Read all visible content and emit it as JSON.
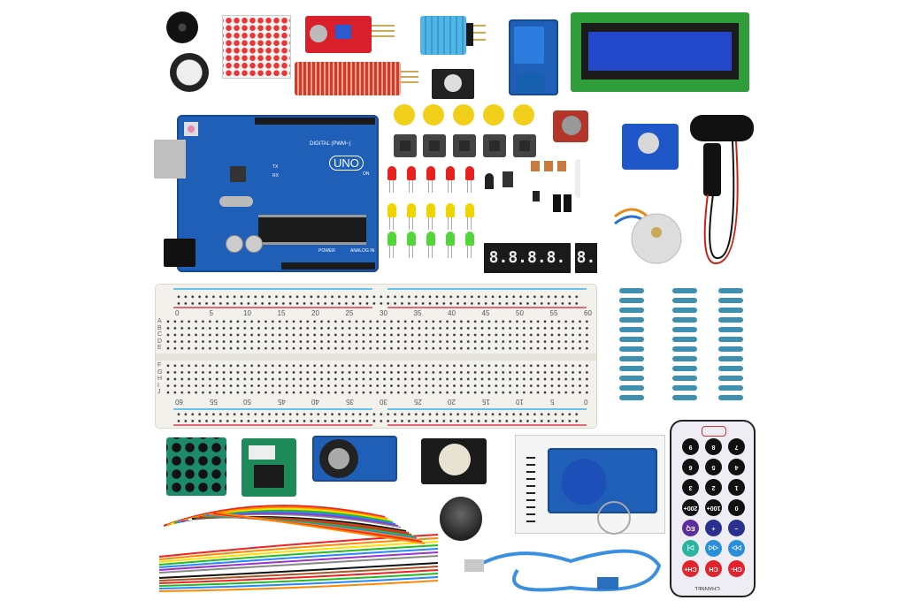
{
  "arduino": {
    "logo": "UNO",
    "digital_label": "DIGITAL (PWM~)",
    "power_label": "POWER",
    "analog_label": "ANALOG IN",
    "tx": "TX",
    "rx": "RX",
    "on": "ON"
  },
  "breadboard": {
    "top_numbers": [
      "0",
      "5",
      "10",
      "15",
      "20",
      "25",
      "30",
      "35",
      "40",
      "45",
      "50",
      "55",
      "60"
    ],
    "bottom_numbers": [
      "60",
      "55",
      "50",
      "45",
      "40",
      "35",
      "30",
      "25",
      "20",
      "15",
      "10",
      "5",
      "0"
    ],
    "rows_left_top": [
      "A",
      "B",
      "C",
      "D",
      "E"
    ],
    "rows_left_bottom": [
      "F",
      "G",
      "H",
      "I",
      "J"
    ]
  },
  "seven_segment": {
    "four_digit": "8.8.8.8.",
    "single_digit": "8."
  },
  "remote": {
    "buttons": [
      "9",
      "8",
      "7",
      "6",
      "5",
      "4",
      "3",
      "2",
      "1",
      "200+",
      "100+",
      "0",
      "EQ",
      "+",
      "−",
      "▷|",
      "◁◁",
      "▷▷",
      "CH+",
      "CH",
      "CH-"
    ],
    "channel_label": "CHANNEL",
    "colors": {
      "black": "#111111",
      "purple": "#5a2ca0",
      "navy": "#2b2f8f",
      "teal": "#2bb5a0",
      "blue": "#2a8fd8",
      "red": "#e0232d"
    }
  }
}
